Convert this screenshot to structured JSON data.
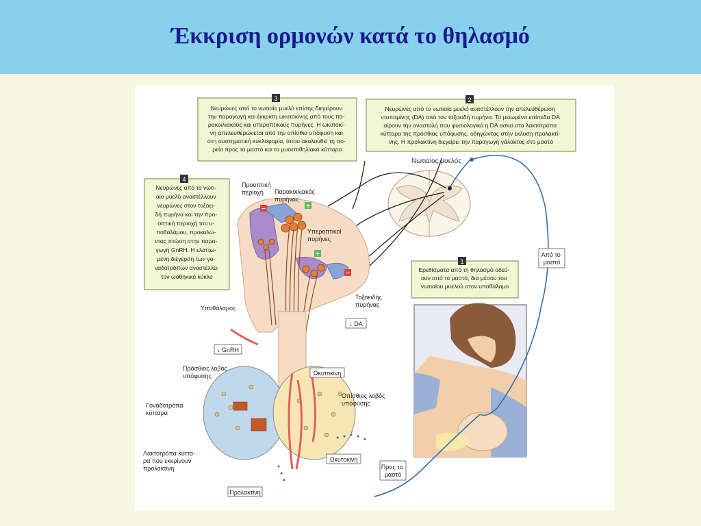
{
  "slide": {
    "title": "Έκκριση ορμονών κατά το θηλασμό"
  },
  "colors": {
    "header_bg": "#87d0ee",
    "page_bg": "#f8f7e2",
    "title_color": "#1a1a8c",
    "box_fill": "#f1f7d4",
    "box_border": "#6a8a3a",
    "nerve_blue": "#2d6fa6",
    "hypothalamus_purple": "#9a7fc9",
    "vessel_red": "#e06060"
  },
  "boxes": {
    "box1": {
      "number": "1",
      "lines": [
        "Ερεθίσματα από τη θηλασμό οδεύ-",
        "ουν από το μαστό, δια μέσου του",
        "νωτιαίου μυελού στον υποθάλαμο"
      ]
    },
    "box2": {
      "number": "2",
      "lines": [
        "Νευρώνες από το νωτιαίο μυελό αναστέλλουν την απελευθέρωση",
        "ντοπαμίνης (DA) από τον τοξοειδή πυρήνα. Τα μειωμένα επίπεδα DA",
        "αίρουν την αναστολή που φυσιολογικά η DA ασκεί στα λακτοτρόπα",
        "κύτταρα της πρόσθιας υπόφυσης, οδηγώντας στην έκλυση προλακτί-",
        "νης. Η προλακτίνη διεγείρει την παραγωγή γάλακτος στο μαστό"
      ]
    },
    "box3": {
      "number": "3",
      "lines": [
        "Νευρώνες από το νωτιαίο μυελό επίσης διεγείρουν",
        "την παραγωγή και έκκριση ωκυτοκίνης από τους πα-",
        "ρακοιλιακούς και υπεροπτικούς πυρήνες. Η ωκυτοκί-",
        "νη απελευθερώνεται από την οπίσθια υπόφυση και",
        "στη συστηματική κυκλοφορία, όπου ακολουθεί τη πο-",
        "ρεία προς το μαστό και τα μυοεπιθηλιακά κύτταρα"
      ]
    },
    "box4": {
      "number": "4",
      "lines": [
        "Νευρώνες από το νωτι-",
        "αίο μυελό αναστέλλουν",
        "νευρώνες στον τοξοει-",
        "δή πυρήνα και την προ-",
        "οπτική περιοχή του υ-",
        "ποθαλάμου, προκαλώ-",
        "ντας πτώση στην παρα-",
        "γωγή GnRH. Η ελαττω-",
        "μένη διέγερση των γο-",
        "ναδοτρόπων αναστέλλει",
        "τον ωοθηκικό κύκλο"
      ]
    }
  },
  "labels": {
    "spinal_cord": "Νωτιαίος μυελός",
    "preoptic": [
      "Προοπτική",
      "περιοχή"
    ],
    "paraventricular": [
      "Παρακοιλιακός",
      "πυρήνας"
    ],
    "supraoptic": [
      "Υπεροπτικοί",
      "πυρήνες"
    ],
    "arcuate": [
      "Τοξοειδής",
      "πυρήνας"
    ],
    "hypothalamus": "Υποθάλαμος",
    "da": "↓ DA",
    "gnrh": "↓ GnRH",
    "anterior_pituitary": [
      "Πρόσθιος λοβός",
      "υπόφυσης"
    ],
    "oxytocin_top": "Ωκυτοκίνη",
    "posterior_pituitary": [
      "Οπίσθιος λοβός",
      "υπόφυσης"
    ],
    "gonadotrophs": [
      "Γοναδοτρόπα",
      "κύτταρα"
    ],
    "lactotrophs": [
      "Λακτοτρόπα κύττα-",
      "ρα που εκκρίνουν",
      "προλακτίνη"
    ],
    "oxytocin_bottom": "Ωκυτοκίνη",
    "prolactin": "Προλακτίνη",
    "from_breast": [
      "Από το",
      "μαστό"
    ],
    "to_breast": [
      "Προς το",
      "μαστό"
    ],
    "plus": "+",
    "minus": "−"
  }
}
